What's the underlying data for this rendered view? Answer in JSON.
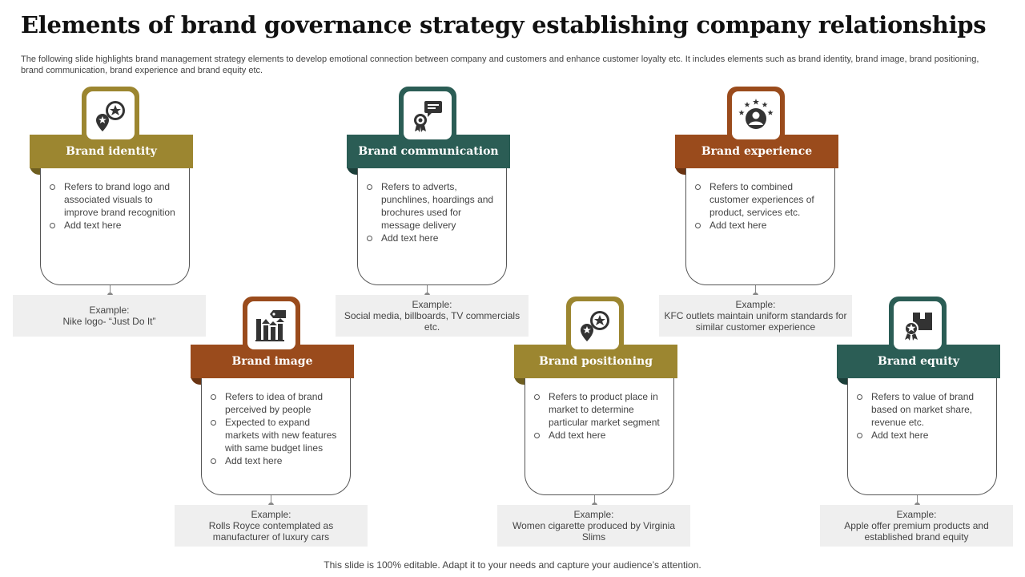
{
  "page": {
    "title": "Elements of brand governance strategy establishing company relationships",
    "subtitle": "The following slide highlights brand management strategy elements to develop emotional connection between company and customers and enhance customer loyalty etc. It includes elements such as brand identity, brand image, brand positioning, brand communication, brand experience and brand equity etc.",
    "footer": "This slide is 100% editable. Adapt it to your needs and capture your audience’s attention."
  },
  "colors": {
    "olive": "#9c8630",
    "teal": "#2b5d55",
    "rust": "#9a4b1c",
    "example_bg": "#efefef"
  },
  "cards": [
    {
      "title": "Brand identity",
      "icon": "location-star-icon",
      "bullets": [
        "Refers to brand logo and associated visuals to improve brand recognition",
        "Add text here"
      ],
      "example_label": "Example:",
      "example_text": "Nike logo- “Just Do It”"
    },
    {
      "title": "Brand communication",
      "icon": "award-chat-icon",
      "bullets": [
        "Refers to adverts, punchlines, hoardings and brochures used for message delivery",
        "Add text here"
      ],
      "example_label": "Example:",
      "example_text": "Social media, billboards, TV commercials etc."
    },
    {
      "title": "Brand experience",
      "icon": "user-stars-icon",
      "bullets": [
        "Refers to combined customer experiences of product, services etc.",
        "Add text here"
      ],
      "example_label": "Example:",
      "example_text": "KFC outlets maintain uniform standards for similar customer experience"
    },
    {
      "title": "Brand image",
      "icon": "growth-bars-icon",
      "bullets": [
        "Refers to idea of brand perceived by people",
        "Expected to expand markets with new features with same budget lines",
        "Add text here"
      ],
      "example_label": "Example:",
      "example_text": "Rolls Royce contemplated as manufacturer of luxury cars"
    },
    {
      "title": "Brand positioning",
      "icon": "location-star-icon",
      "bullets": [
        "Refers to product place in market to determine particular market segment",
        "Add text here"
      ],
      "example_label": "Example:",
      "example_text": "Women cigarette produced by Virginia Slims"
    },
    {
      "title": "Brand equity",
      "icon": "box-award-icon",
      "bullets": [
        "Refers to value of brand based on market share, revenue etc.",
        "Add text here"
      ],
      "example_label": "Example:",
      "example_text": "Apple offer premium products and established brand equity"
    }
  ]
}
